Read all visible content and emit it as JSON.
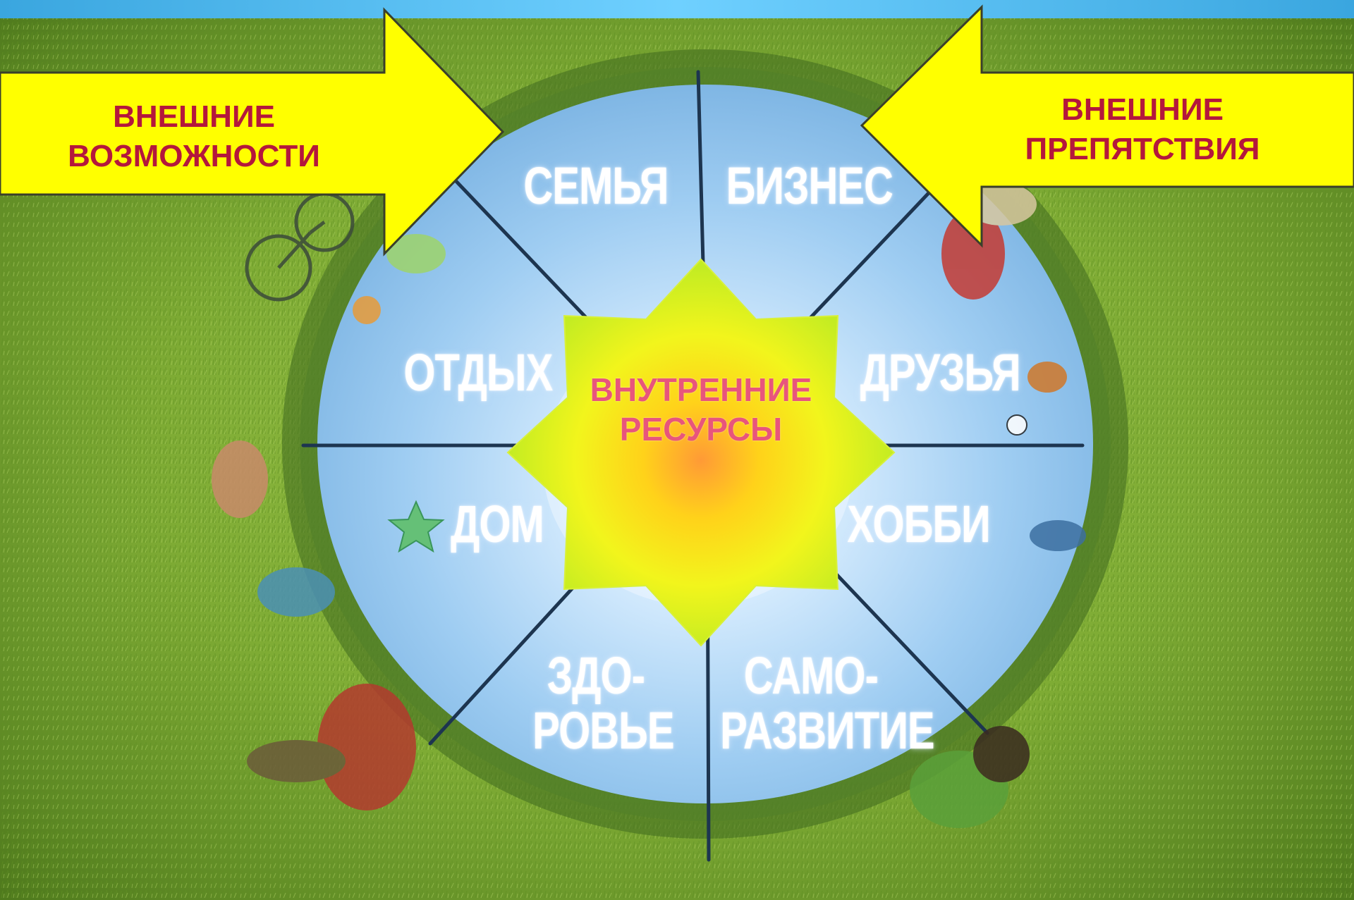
{
  "center": {
    "line1": "ВНУТРЕННИЕ",
    "line2": "РЕСУРСЫ"
  },
  "arrows": {
    "left": {
      "line1": "ВНЕШНИЕ",
      "line2": "ВОЗМОЖНОСТИ"
    },
    "right": {
      "line1": "ВНЕШНИЕ",
      "line2": "ПРЕПЯТСТВИЯ"
    }
  },
  "segments": {
    "family": "СЕМЬЯ",
    "business": "БИЗНЕС",
    "rest": "ОТДЫХ",
    "friends": "ДРУЗЬЯ",
    "home": "ДОМ",
    "hobby": "ХОББИ",
    "health": {
      "line1": "ЗДО-",
      "line2": "РОВЬЕ"
    },
    "selfdev": {
      "line1": "САМО-",
      "line2": "РАЗВИТИЕ"
    }
  },
  "colors": {
    "arrow_fill": "#ffff00",
    "arrow_text": "#b4173c",
    "center_text": "#e8557c",
    "star_outer": "#ccf02a",
    "star_inner": "#ffef1a",
    "divider": "#1d3550",
    "sky": "#a9d3f5",
    "grass": "#6f9a2c",
    "top_bar": "#4db3e8"
  },
  "icons": {
    "center_shape": "eight-point-star-icon",
    "left_arrow": "right-arrow-icon",
    "right_arrow": "left-arrow-icon"
  }
}
